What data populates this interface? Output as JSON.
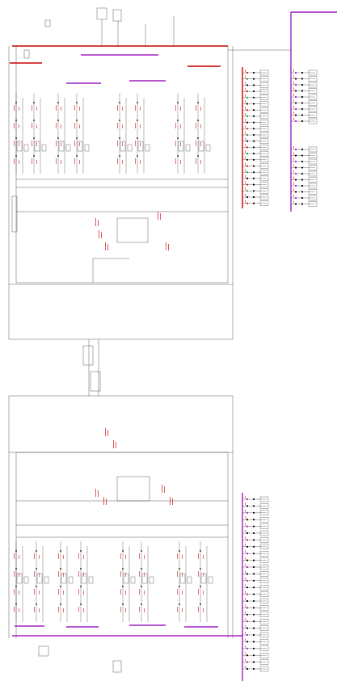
{
  "diagram": {
    "kind": "single-line electrical schematic (two mirrored halves)",
    "colors": {
      "background": "#ffffff",
      "wire": "#333333",
      "bus_red": "#cc0000",
      "bus_purple": "#a020c0",
      "annotation_red": "#d01010",
      "node_black": "#000000",
      "node_green": "#1aa01a",
      "node_red": "#e01010"
    },
    "top_half": {
      "main_bus_label": "",
      "feeder_count": 8,
      "panel_right_count": 22
    },
    "bottom_half": {
      "main_bus_label": "",
      "feeder_count": 8,
      "panel_right_count": 26
    }
  }
}
